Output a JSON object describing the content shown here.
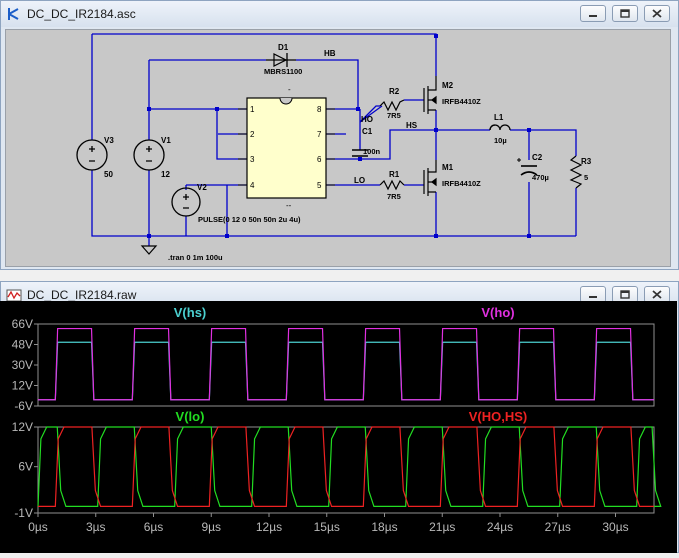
{
  "schematic_window": {
    "title": "DC_DC_IR2184.asc",
    "icon": "schematic-icon",
    "labels": {
      "d1": "D1",
      "d1_model": "MBRS1100",
      "hb": "HB",
      "ho": "HO",
      "hs": "HS",
      "lo": "LO",
      "c1": "C1",
      "c1_val": "100n",
      "r2": "R2",
      "r2_val": "7R5",
      "r1": "R1",
      "r1_val": "7R5",
      "m2": "M2",
      "m2_model": "IRFB4410Z",
      "m1": "M1",
      "m1_model": "IRFB4410Z",
      "l1": "L1",
      "l1_val": "10µ",
      "c2": "C2",
      "c2_val": "470µ",
      "r3": "R3",
      "r3_val": "5",
      "v3": "V3",
      "v3_val": "50",
      "v1": "V1",
      "v1_val": "12",
      "v2": "V2",
      "pulse": "PULSE(0 12 0 50n 50n 2u 4u)",
      "tran": ".tran 0 1m 100u",
      "pin1": "1",
      "pin2": "2",
      "pin3": "3",
      "pin4": "4",
      "pin5": "5",
      "pin6": "6",
      "pin7": "7",
      "pin8": "8",
      "dash_top": "-",
      "dash_bot": "--"
    }
  },
  "waveform_window": {
    "title": "DC_DC_IR2184.raw",
    "icon": "waveform-icon"
  },
  "chart_data": [
    {
      "type": "line",
      "title": "",
      "xlabel": "",
      "ylabel": "",
      "yticks": [
        "66V",
        "48V",
        "30V",
        "12V",
        "-6V"
      ],
      "ylim": [
        -6,
        66
      ],
      "xlim": [
        0,
        32
      ],
      "grid": false,
      "legend": "top",
      "background": "#000000",
      "series": [
        {
          "name": "V(hs)",
          "color": "#4bd0d0",
          "low": -0.5,
          "high": 50,
          "period": 4,
          "duty": 2,
          "start": 0.9
        },
        {
          "name": "V(ho)",
          "color": "#e030e0",
          "low": -0.5,
          "high": 62,
          "period": 4,
          "duty": 2,
          "start": 0.9
        }
      ]
    },
    {
      "type": "line",
      "title": "",
      "xlabel": "",
      "ylabel": "",
      "yticks": [
        "12V",
        "6V",
        "-1V"
      ],
      "xticks": [
        "0µs",
        "3µs",
        "6µs",
        "9µs",
        "12µs",
        "15µs",
        "18µs",
        "21µs",
        "24µs",
        "27µs",
        "30µs"
      ],
      "ylim": [
        -1,
        12
      ],
      "xlim": [
        0,
        32
      ],
      "grid": false,
      "legend": "top",
      "background": "#000000",
      "series": [
        {
          "name": "V(lo)",
          "color": "#22dd22",
          "low": 0,
          "high": 12,
          "period": 4,
          "on_offset": 3.1,
          "on_len": 2.0
        },
        {
          "name": "V(HO,HS)",
          "color": "#ee2222",
          "low": 0,
          "high": 12,
          "period": 4,
          "on_offset": 0.9,
          "on_len": 2.0
        }
      ]
    }
  ],
  "colors": {
    "wire": "#0000cc",
    "component": "#000000",
    "schematic_bg": "#c8c8c8",
    "ic_fill": "#ffffcc",
    "axis_text": "#b8b8b8"
  }
}
